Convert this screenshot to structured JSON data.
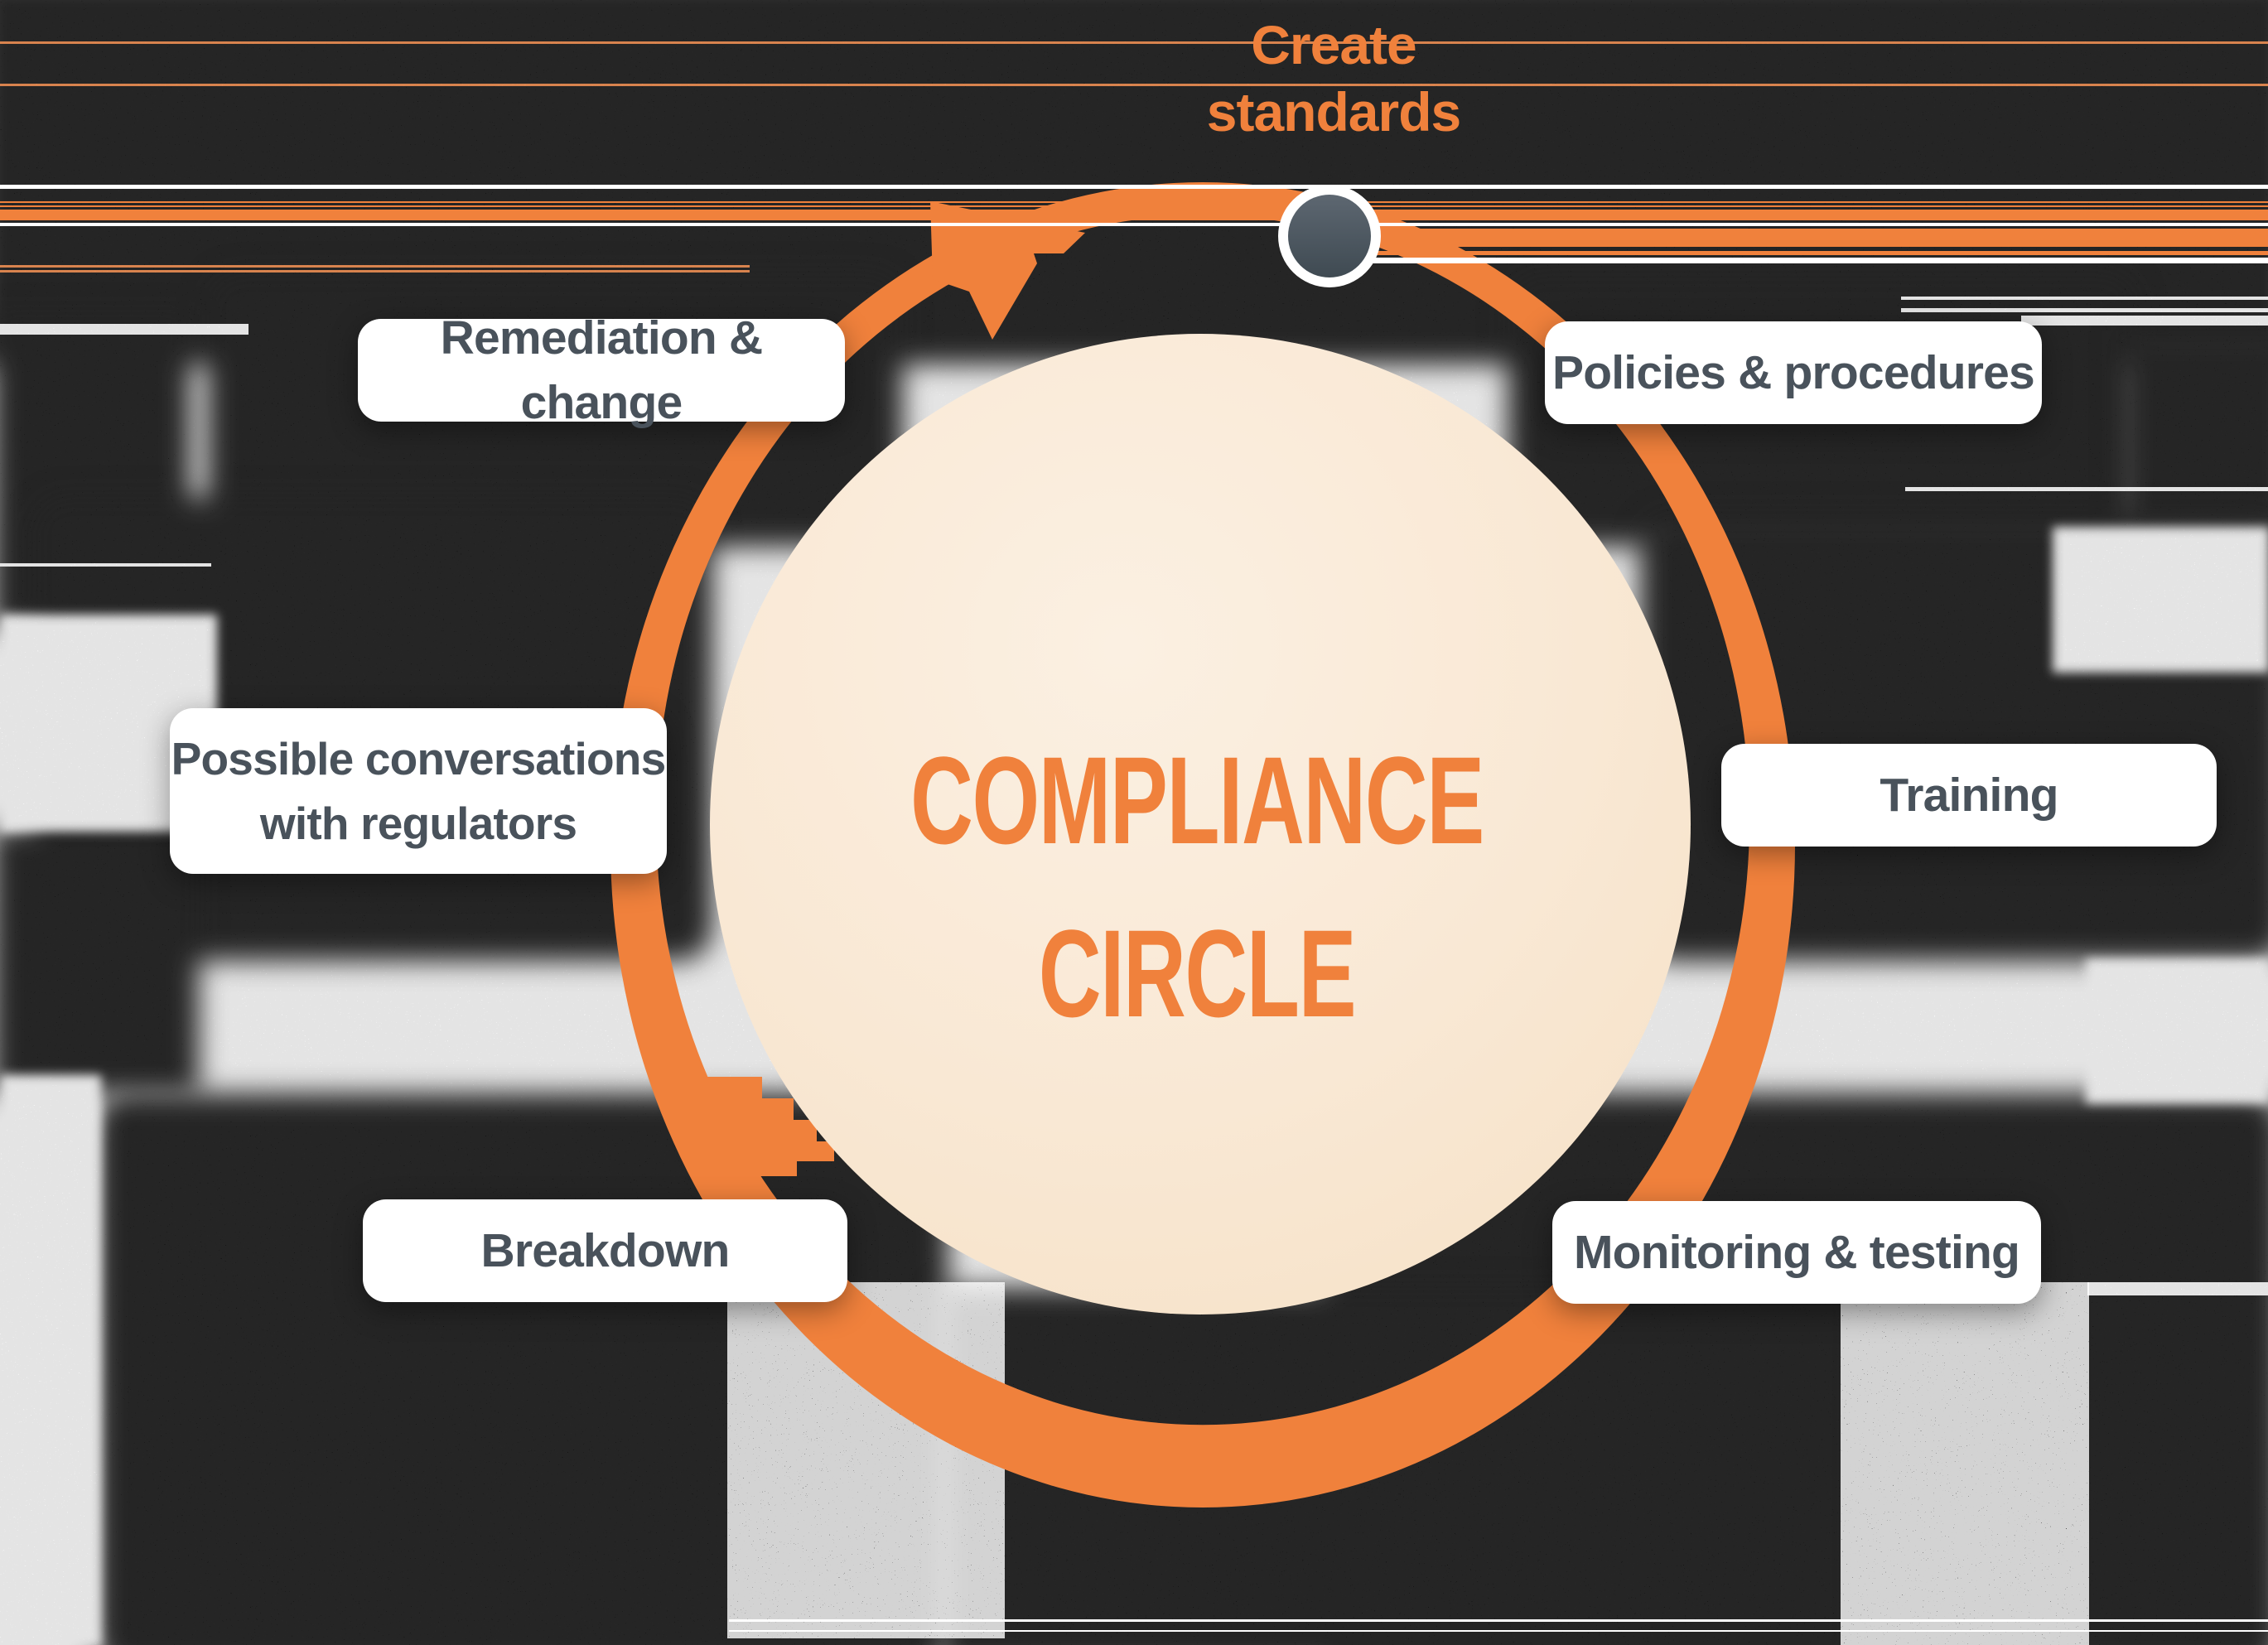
{
  "theme": {
    "accent_orange": "#F0813C",
    "cream_light": "#FBF0E2",
    "cream": "#F6E2C8",
    "ink_dark": "#49525B",
    "pill_bg": "#FFFFFF",
    "noir": "#070707",
    "dot_core_top": "#5D6771",
    "dot_core_bottom": "#3F4A52"
  },
  "diagram": {
    "center_title": {
      "line1": "COMPLIANCE",
      "line2": "CIRCLE"
    },
    "top_label": {
      "line1": "Create",
      "line2": "standards"
    },
    "nodes": [
      {
        "id": "remediation",
        "label": "Remediation & change"
      },
      {
        "id": "policies",
        "label": "Policies & procedures"
      },
      {
        "id": "regulators",
        "label": "Possible conversations with regulators",
        "line1": "Possible conversations",
        "line2": "with regulators"
      },
      {
        "id": "training",
        "label": "Training"
      },
      {
        "id": "breakdown",
        "label": "Breakdown"
      },
      {
        "id": "monitoring",
        "label": "Monitoring & testing"
      }
    ]
  }
}
